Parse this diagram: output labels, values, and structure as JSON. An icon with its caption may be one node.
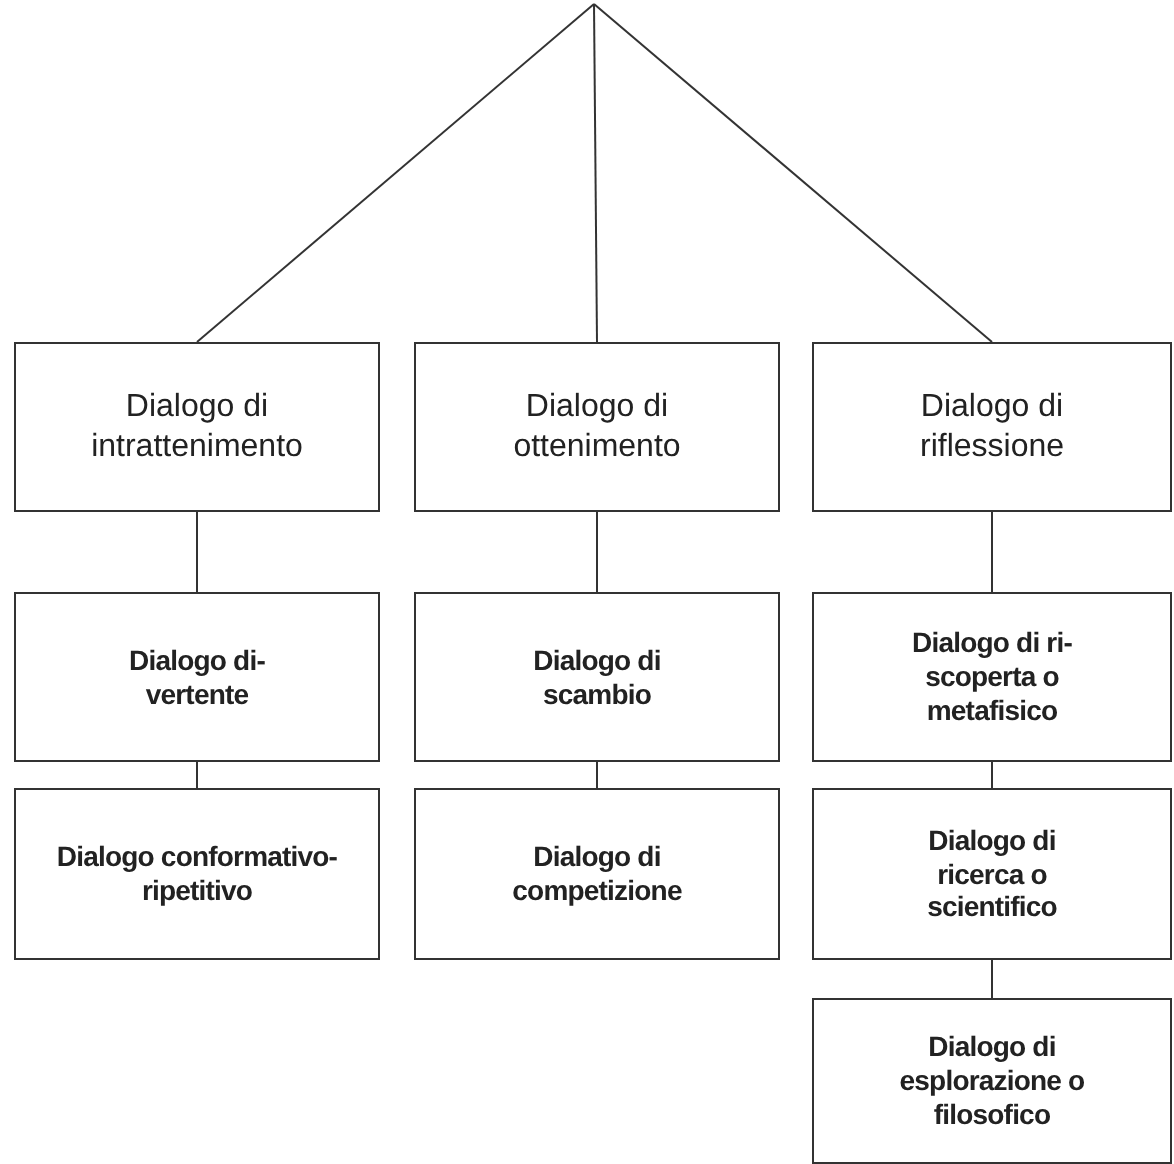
{
  "diagram": {
    "nodes": [
      {
        "text": [
          "Dialogo di intrattenimento"
        ]
      },
      {
        "text": [
          "Dialogo di ottenimento"
        ]
      },
      {
        "text": [
          "Dialogo di riflessione"
        ]
      },
      {
        "text": [
          "Dialogo di-vertente"
        ]
      },
      {
        "text": [
          "Dialogo di scambio"
        ]
      },
      {
        "text": [
          "Dialogo di ri-scoperta o metafisico"
        ]
      },
      {
        "text": [
          "Dialogo conformativo-ripetitivo"
        ]
      },
      {
        "text": [
          "Dialogo di competizione"
        ]
      },
      {
        "text": [
          "Dialogo di ricerca o scientifico"
        ]
      },
      {
        "text": [
          "Dialogo di esplorazione o filosofico"
        ]
      }
    ],
    "edges": [
      {
        "from": null,
        "to": 0,
        "arrow": "none"
      },
      {
        "from": null,
        "to": 1,
        "arrow": "none"
      },
      {
        "from": null,
        "to": 2,
        "arrow": "none"
      },
      {
        "from": 0,
        "to": 3,
        "arrow": "none"
      },
      {
        "from": 3,
        "to": 6,
        "arrow": "none"
      },
      {
        "from": 1,
        "to": 4,
        "arrow": "none"
      },
      {
        "from": 4,
        "to": 7,
        "arrow": "none"
      },
      {
        "from": 2,
        "to": 5,
        "arrow": "none"
      },
      {
        "from": 5,
        "to": 8,
        "arrow": "none"
      },
      {
        "from": 8,
        "to": 9,
        "arrow": "none"
      }
    ]
  }
}
